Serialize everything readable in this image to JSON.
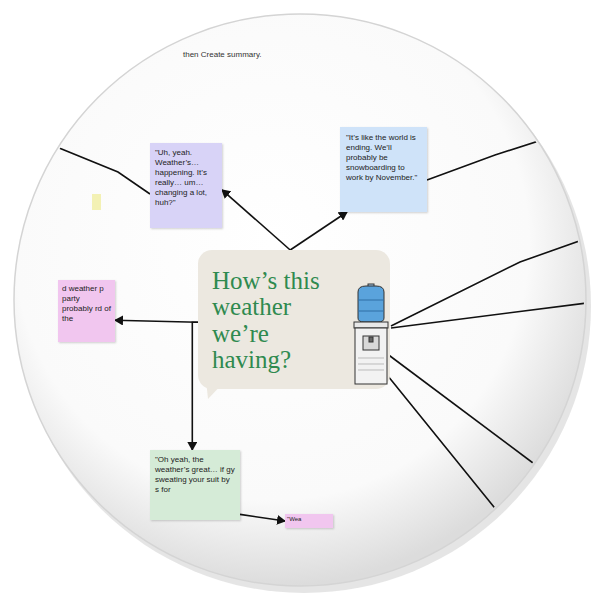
{
  "diagram": {
    "nodes": [
      {
        "text": [
          "\"Uh, yeah. Weather’s… happening. It’s really… um… changing a lot, huh?\""
        ]
      },
      {
        "text": [
          "\"It’s like the world is ending. We’ll probably be snowboarding to work by November.\""
        ]
      },
      {
        "text": [
          "How’s this weather we’re having?"
        ]
      },
      {
        "text": [
          "d weather p party probably rd of the"
        ]
      },
      {
        "text": [
          "\"Oh yeah, the weather’s great… if gy sweating your suit by s for"
        ]
      },
      {
        "text": [
          "\"Wea"
        ]
      }
    ],
    "edges": [
      {
        "from": 2,
        "to": 0,
        "arrow": "to"
      },
      {
        "from": 2,
        "to": 1,
        "arrow": "to"
      },
      {
        "from": 2,
        "to": 3,
        "arrow": "to"
      },
      {
        "from": 2,
        "to": 4,
        "arrow": "to"
      },
      {
        "from": 4,
        "to": 5,
        "arrow": "to"
      }
    ],
    "labels": [
      "then Create summary."
    ]
  }
}
